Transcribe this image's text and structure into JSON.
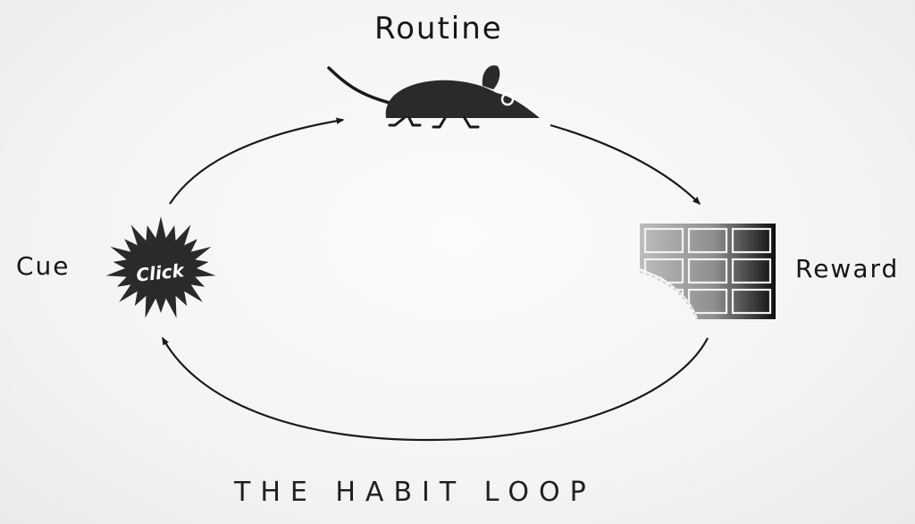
{
  "diagram": {
    "routine": "Routine",
    "cue": "Cue",
    "reward": "Reward",
    "cue_burst_text": "Click",
    "title": "THE HABIT LOOP"
  },
  "icons": {
    "routine": "mouse-icon",
    "cue": "click-burst-icon",
    "reward": "chocolate-bar-icon"
  },
  "colors": {
    "ink": "#1a1a1a",
    "paper": "#f3f3f1"
  }
}
